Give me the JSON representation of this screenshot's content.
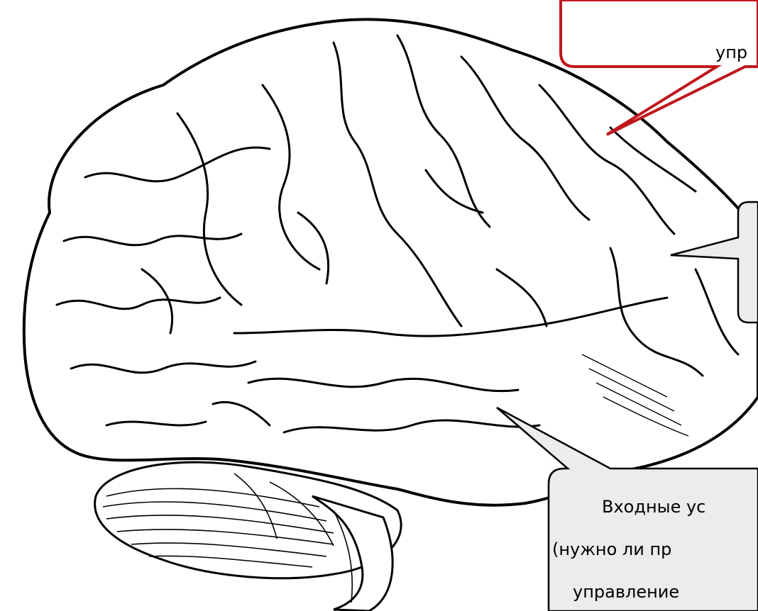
{
  "figure": {
    "subject_icon": "brain-illustration-icon",
    "colors": {
      "outline": "#000000",
      "brain_fill": "#ffffff",
      "callout_fill": "#ececec",
      "callout_red_border": "#c0171c",
      "callout_black_border": "#000000"
    }
  },
  "callouts": {
    "top": {
      "lines": [
        "упр"
      ],
      "border_color": "#c0171c"
    },
    "right": {
      "lines": [],
      "border_color": "#000000"
    },
    "bottom": {
      "lines": [
        "Входные ус",
        "(нужно ли пр",
        "управление"
      ],
      "border_color": "#000000"
    }
  }
}
